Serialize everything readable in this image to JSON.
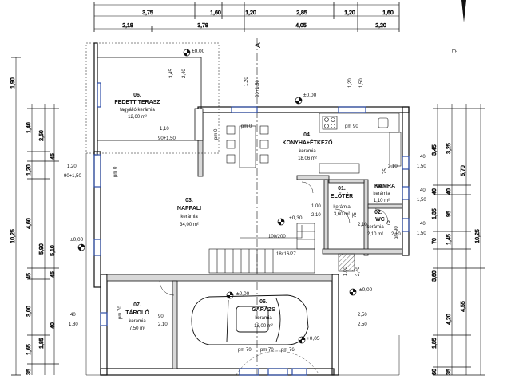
{
  "rooms": {
    "terasz": {
      "id": "06.",
      "name": "FEDETT TERASZ",
      "material": "fagyálló kerámia",
      "area": "12,60 m²"
    },
    "konyha": {
      "id": "04.",
      "name": "KONYHA+ÉTKEZŐ",
      "material": "kerámia",
      "area": "18,06 m²"
    },
    "nappali": {
      "id": "03.",
      "name": "NAPPALI",
      "material": "kerámia",
      "area": "34,00 m²"
    },
    "eloter": {
      "id": "01.",
      "name": "ELŐTÉR",
      "material": "kerámia",
      "area": "3,60 m²"
    },
    "kamra": {
      "id": "05.",
      "name": "KAMRA",
      "material": "kerámia",
      "area": "1,10 m²"
    },
    "wc": {
      "id": "02.",
      "name": "WC",
      "material": "kerámia",
      "area": "2,10 m²"
    },
    "tarolo": {
      "id": "07.",
      "name": "TÁROLÓ",
      "material": "kerámia",
      "area": "7,50 m²"
    },
    "garazs": {
      "id": "06.",
      "name": "GARÁZS",
      "material": "kerámia",
      "area": "18,00 m²"
    }
  },
  "top_dims_row1": [
    "3,75",
    "1,60",
    "1,20",
    "2,85",
    "1,20",
    "1,60"
  ],
  "top_dims_row2": [
    "2,18",
    "3,78",
    "4,05",
    "2,20"
  ],
  "left_dims": {
    "outer": "10,25",
    "c1": [
      "1,90",
      "1,40",
      "1,20",
      "4,60",
      "45",
      "3,00",
      "1,65",
      "35"
    ],
    "c2": [
      "2,50",
      "5,90",
      "1,85"
    ],
    "c3": [
      "45",
      "5,10",
      "45",
      "40"
    ]
  },
  "right_dims": {
    "outer": "10,25",
    "c1": [
      "3,45",
      "40",
      "1,35",
      "70",
      "3,60",
      "1,85",
      "60"
    ],
    "c2": [
      "3,25",
      "40",
      "95",
      "1,45",
      "4,20",
      "35"
    ],
    "c3": [
      "5,70",
      "4,55"
    ]
  },
  "levels": [
    "±0,00",
    "±0,00",
    "±0,00",
    "+0,30",
    "±0,00",
    "±0,00",
    "+0,05"
  ],
  "openings": {
    "terasz_top_a": "3,45",
    "terasz_top_b": "2,40",
    "terasz_w1": "1,10",
    "terasz_w2": "90+1,50",
    "konyha_a": "1,20",
    "konyha_b": "90+1,50",
    "konyha_c": "1,20",
    "konyha_d": "1,50",
    "pm0_a": "pm 0",
    "pm0_b": "pm 0",
    "pm0_c": "pm 0",
    "pm90": "pm 90",
    "left_a": "1,20",
    "left_b": "90+1,50",
    "r1_a": "40",
    "r1_b": "1,50",
    "r2_a": "40",
    "r2_b": "1,50",
    "r3_a": "40",
    "r3_b": "1,50",
    "kamra_d1": "75",
    "kamra_d2": "2,10",
    "eloter_d1": "1,00",
    "eloter_d2": "2,10",
    "eloter_d3": "75",
    "eloter_d4": "2,10",
    "wc_d1": "75",
    "wc_d2": "2,10",
    "wc_pm": "pm 90",
    "stair_note": "100/200",
    "stair": "18x16/27",
    "door_a": "1,00",
    "door_b": "2,40",
    "tarolo_pm": "pm 70",
    "tarolo_a": "90",
    "tarolo_b": "2,10",
    "tarolo_l1": "40",
    "tarolo_l2": "1,80",
    "garage_r1": "2,50",
    "garage_r2": "2,50",
    "bot1": "pm 70",
    "bot2": "pm 70",
    "bot3": "pm 76",
    "section": "A"
  },
  "colors": {
    "window": "#2d4ea8",
    "lines": "#111111"
  }
}
